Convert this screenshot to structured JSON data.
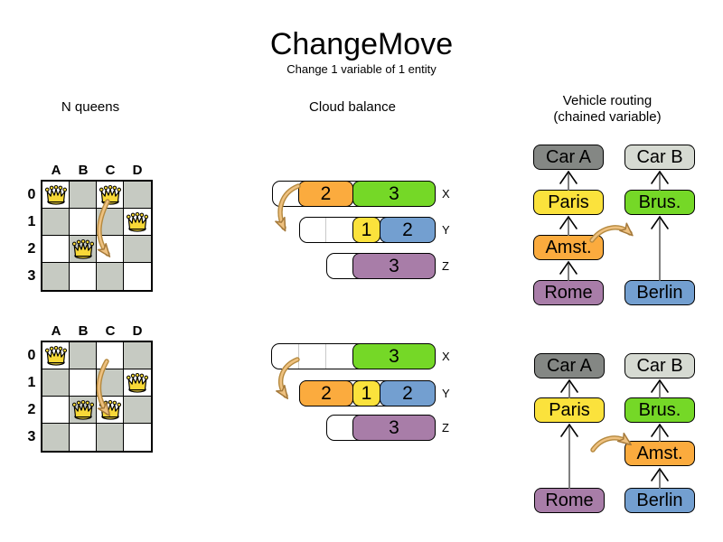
{
  "header": {
    "title": "ChangeMove",
    "subtitle": "Change 1 variable of 1 entity"
  },
  "sections": {
    "nqueens": {
      "label": "N queens"
    },
    "cloud": {
      "label": "Cloud balance"
    },
    "vehicle": {
      "label": "Vehicle routing",
      "label2": "(chained variable)"
    }
  },
  "nqueens": {
    "column_labels": [
      "A",
      "B",
      "C",
      "D"
    ],
    "row_labels": [
      "0",
      "1",
      "2",
      "3"
    ],
    "before": {
      "queens": [
        "A0",
        "C0",
        "D1",
        "B2"
      ],
      "move": {
        "from": "C0",
        "to": "C2"
      }
    },
    "after": {
      "queens": [
        "A0",
        "D1",
        "B2",
        "C2"
      ],
      "move": {
        "from": "C0",
        "to": "C2"
      }
    }
  },
  "cloud": {
    "row_labels": [
      "X",
      "Y",
      "Z"
    ],
    "before": {
      "x": {
        "blocks": [
          {
            "value": "2",
            "color": "orange"
          },
          {
            "value": "3",
            "color": "green"
          }
        ]
      },
      "y": {
        "blocks": [
          {
            "value": "1",
            "color": "yellow"
          },
          {
            "value": "2",
            "color": "blue"
          }
        ]
      },
      "z": {
        "blocks": [
          {
            "value": "3",
            "color": "purple"
          }
        ]
      },
      "move": {
        "process": "2",
        "from": "X",
        "to": "Y"
      }
    },
    "after": {
      "x": {
        "blocks": [
          {
            "value": "3",
            "color": "green"
          }
        ]
      },
      "y": {
        "blocks": [
          {
            "value": "2",
            "color": "orange"
          },
          {
            "value": "1",
            "color": "yellow"
          },
          {
            "value": "2",
            "color": "blue"
          }
        ]
      },
      "z": {
        "blocks": [
          {
            "value": "3",
            "color": "purple"
          }
        ]
      }
    }
  },
  "vehicle": {
    "before": {
      "chain_a": [
        "Car A",
        "Paris",
        "Amst.",
        "Rome"
      ],
      "chain_b": [
        "Car B",
        "Brus.",
        "Berlin"
      ],
      "move": {
        "entity": "Amst.",
        "from": "chain A",
        "to": "chain B"
      }
    },
    "after": {
      "chain_a": [
        "Car A",
        "Paris",
        "Rome"
      ],
      "chain_b": [
        "Car B",
        "Brus.",
        "Amst.",
        "Berlin"
      ]
    }
  },
  "colors": {
    "orange": "#fbab3e",
    "green": "#75d827",
    "yellow": "#fbe23c",
    "blue": "#739fd0",
    "purple": "#a87da8",
    "car_dark": "#848784",
    "car_light": "#d6dad2",
    "board_dark_cell": "#c6cac2",
    "queen": "#f8d838",
    "move_arrow": "#eec180",
    "move_arrow_outline": "#b5893e",
    "chain_line": "#808080"
  }
}
